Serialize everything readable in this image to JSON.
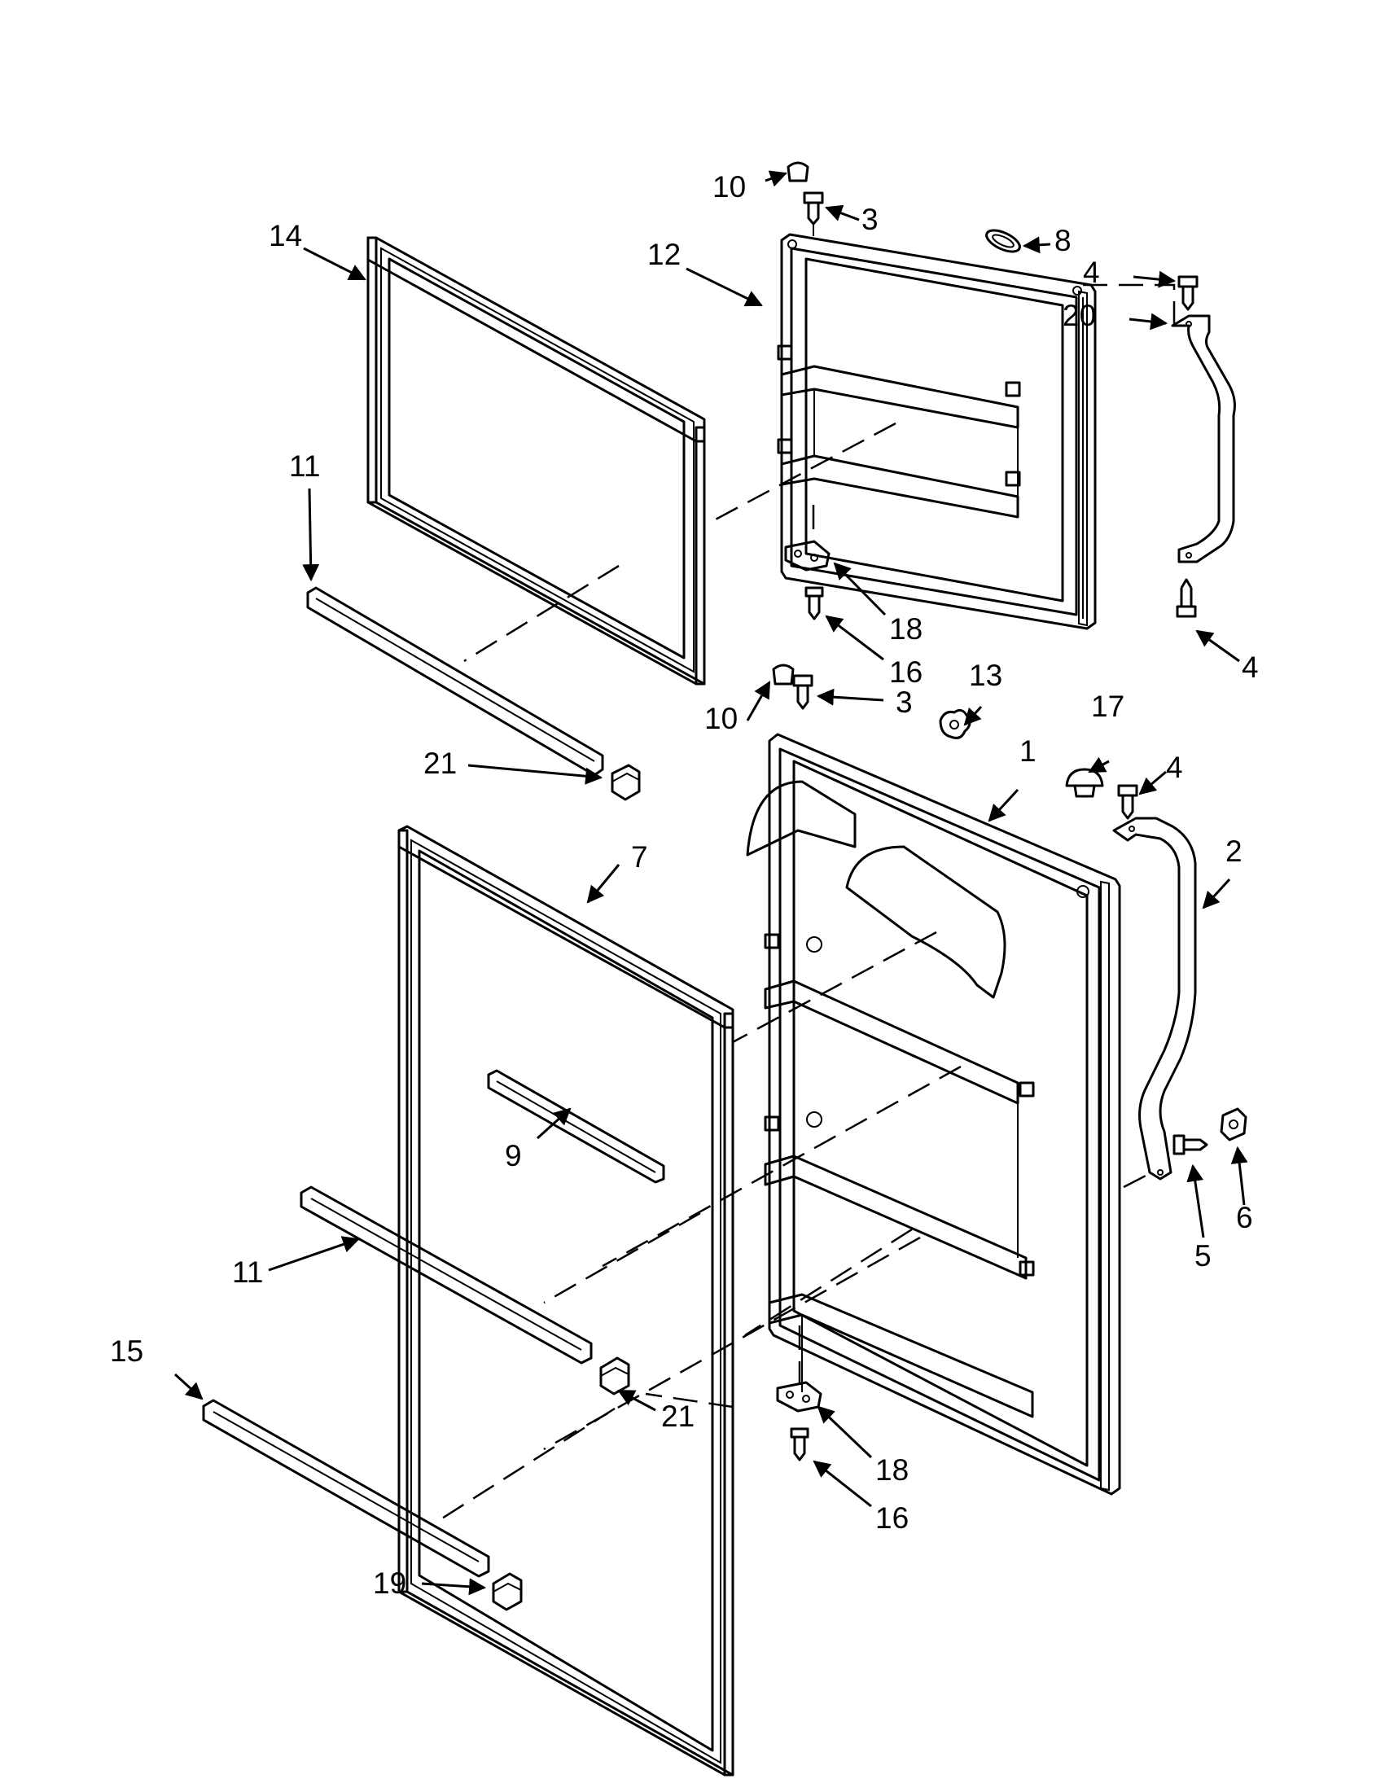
{
  "callouts": {
    "c1": "1",
    "c2": "2",
    "c3a": "3",
    "c3b": "3",
    "c4a": "4",
    "c4b": "4",
    "c4c": "4",
    "c5": "5",
    "c6": "6",
    "c7": "7",
    "c8": "8",
    "c9": "9",
    "c10a": "10",
    "c10b": "10",
    "c11a": "11",
    "c11b": "11",
    "c12": "12",
    "c13": "13",
    "c14": "14",
    "c15": "15",
    "c16a": "16",
    "c16b": "16",
    "c17": "17",
    "c18a": "18",
    "c18b": "18",
    "c19": "19",
    "c20": "20",
    "c21a": "21",
    "c21b": "21"
  }
}
